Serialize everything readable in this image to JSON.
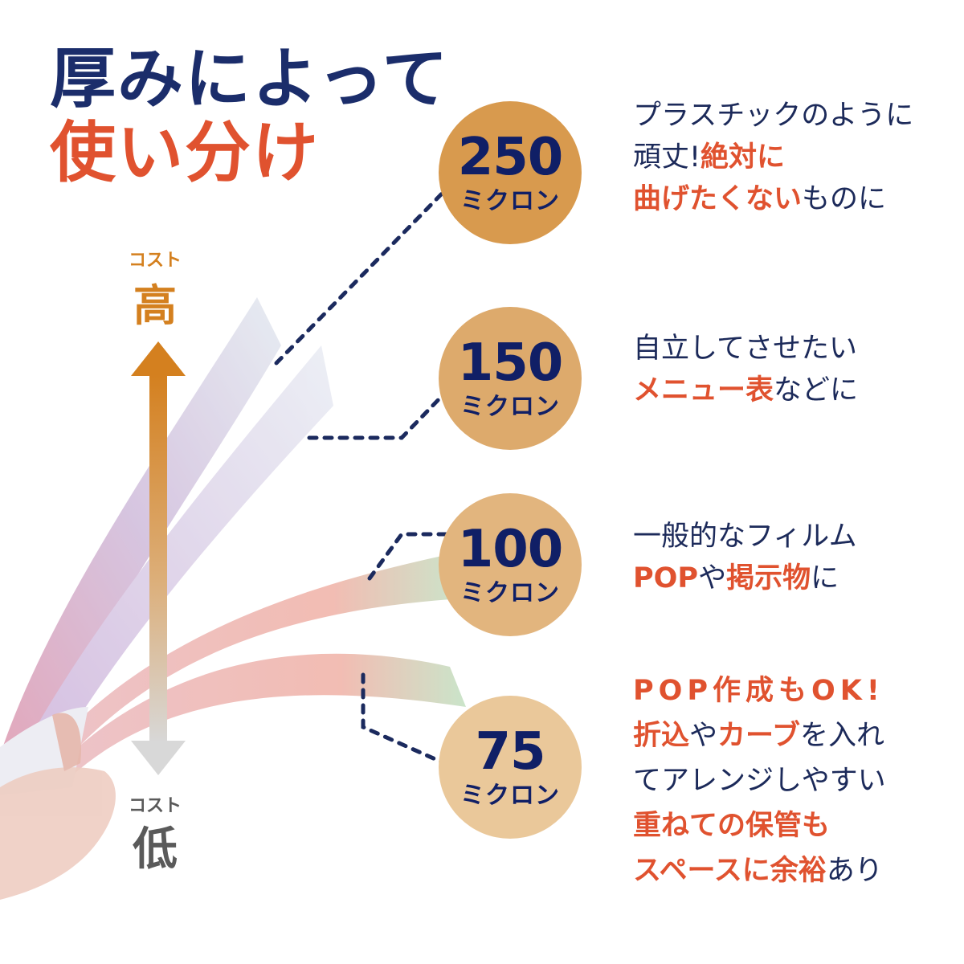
{
  "title": {
    "line1": "厚みによって",
    "line2": "使い分け",
    "line1_color": "#1b2d6b",
    "line2_color": "#e0522f"
  },
  "cost_axis": {
    "high_small": "コスト",
    "high_big": "高",
    "low_small": "コスト",
    "low_big": "低",
    "high_color": "#d4801f",
    "low_color": "#5a5a5a"
  },
  "items": [
    {
      "thickness": "250",
      "unit": "ミクロン",
      "circle_color": "#d89a4e",
      "lines": [
        [
          {
            "t": "プラスチックのように",
            "hl": false
          }
        ],
        [
          {
            "t": "頑丈!",
            "hl": false
          },
          {
            "t": "絶対に",
            "hl": true
          }
        ],
        [
          {
            "t": "曲げたくない",
            "hl": true
          },
          {
            "t": "ものに",
            "hl": false
          }
        ]
      ]
    },
    {
      "thickness": "150",
      "unit": "ミクロン",
      "circle_color": "#ddaa6c",
      "lines": [
        [
          {
            "t": "自立してさせたい",
            "hl": false
          }
        ],
        [
          {
            "t": "メニュー表",
            "hl": true
          },
          {
            "t": "などに",
            "hl": false
          }
        ]
      ]
    },
    {
      "thickness": "100",
      "unit": "ミクロン",
      "circle_color": "#e2b57e",
      "lines": [
        [
          {
            "t": "一般的なフィルム",
            "hl": false
          }
        ],
        [
          {
            "t": "POP",
            "hl": true
          },
          {
            "t": "や",
            "hl": false
          },
          {
            "t": "掲示物",
            "hl": true
          },
          {
            "t": "に",
            "hl": false
          }
        ]
      ]
    },
    {
      "thickness": "75",
      "unit": "ミクロン",
      "circle_color": "#eac89a",
      "lines": [
        [
          {
            "t": "POP作成もOK!",
            "hl": true
          }
        ],
        [
          {
            "t": "折込",
            "hl": true
          },
          {
            "t": "や",
            "hl": false
          },
          {
            "t": "カーブ",
            "hl": true
          },
          {
            "t": "を入れ",
            "hl": false
          }
        ],
        [
          {
            "t": "てアレンジしやすい",
            "hl": false
          }
        ],
        [
          {
            "t": "重ねての保管も",
            "hl": true
          }
        ],
        [
          {
            "t": "スペースに余裕",
            "hl": true
          },
          {
            "t": "あり",
            "hl": false
          }
        ]
      ]
    }
  ],
  "colors": {
    "navy": "#101f66",
    "accent": "#e0522f",
    "dash": "#1b2a5e"
  }
}
